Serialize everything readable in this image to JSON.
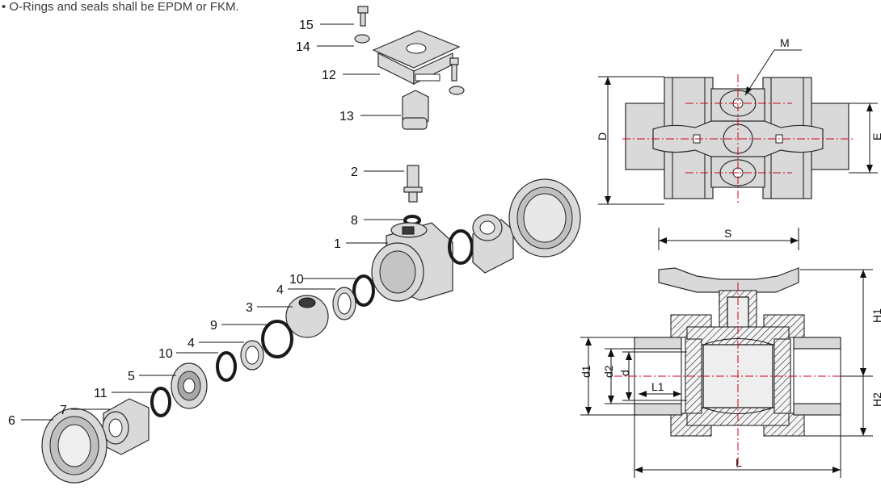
{
  "note": "• O-Rings and seals shall be EPDM or FKM.",
  "callouts": [
    "15",
    "14",
    "12",
    "13",
    "2",
    "8",
    "1",
    "10",
    "4",
    "3",
    "9",
    "4",
    "10",
    "5",
    "11",
    "7",
    "6"
  ],
  "dimensions": {
    "M": "M",
    "D": "D",
    "E": "E",
    "S": "S",
    "H1": "H1",
    "H2": "H2",
    "d1": "d1",
    "d2": "d2",
    "d": "d",
    "L1": "L1",
    "L": "L"
  },
  "colors": {
    "centerline": "#d0021b",
    "part": "#d9d9d9",
    "ring": "#1a1a1a"
  }
}
